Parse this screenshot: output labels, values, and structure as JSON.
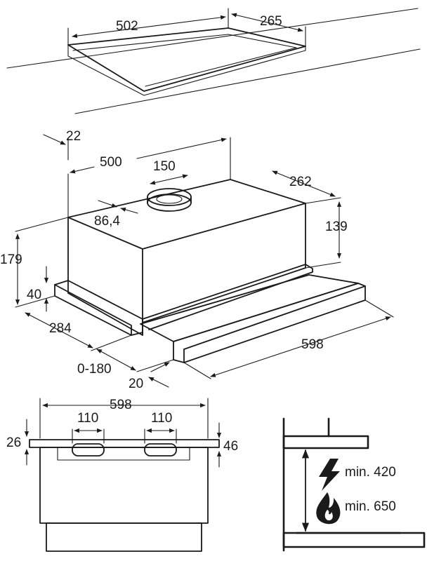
{
  "top_cutout": {
    "width": "502",
    "depth": "265"
  },
  "hood": {
    "dim_22": "22",
    "dim_500": "500",
    "dim_150": "150",
    "dim_262": "262",
    "dim_86_4": "86,4",
    "dim_139": "139",
    "dim_179": "179",
    "dim_40": "40",
    "dim_284": "284",
    "dim_598": "598",
    "dim_0_180": "0-180",
    "dim_20": "20"
  },
  "front_view": {
    "width": "598",
    "left_vent": "110",
    "right_vent": "110",
    "dim_26": "26",
    "dim_46": "46"
  },
  "clearance": {
    "electric": "min. 420",
    "gas": "min. 650"
  },
  "icons": [
    "lightning-icon",
    "flame-icon"
  ],
  "colors": {
    "line": "#1a1a1a",
    "background": "#ffffff"
  }
}
